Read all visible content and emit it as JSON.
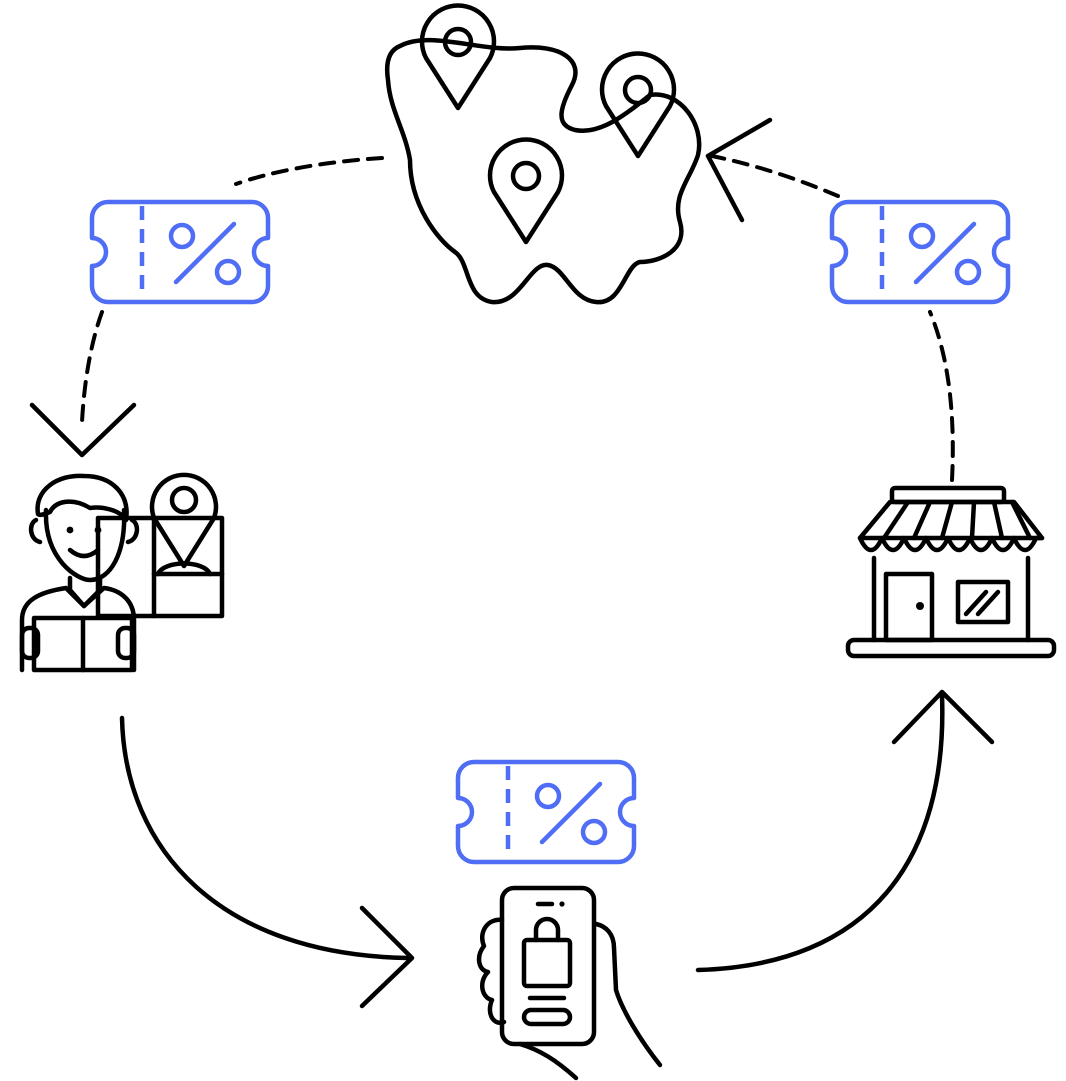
{
  "colors": {
    "ink": "#000000",
    "accent": "#4f6ef5",
    "background": "#ffffff"
  },
  "nodes": [
    {
      "id": "map",
      "icon": "map-with-location-pins-icon"
    },
    {
      "id": "store",
      "icon": "storefront-icon"
    },
    {
      "id": "mobile",
      "icon": "hand-holding-phone-shopping-bag-icon"
    },
    {
      "id": "customer",
      "icon": "person-with-package-and-location-pin-icon"
    }
  ],
  "coupons": [
    {
      "id": "coupon-left",
      "icon": "discount-coupon-icon"
    },
    {
      "id": "coupon-right",
      "icon": "discount-coupon-icon"
    },
    {
      "id": "coupon-bottom",
      "icon": "discount-coupon-icon"
    }
  ],
  "connectors": [
    {
      "from": "map",
      "to": "customer",
      "style": "dashed"
    },
    {
      "from": "store",
      "to": "map",
      "style": "dashed"
    },
    {
      "from": "customer",
      "to": "mobile",
      "style": "solid"
    },
    {
      "from": "mobile",
      "to": "store",
      "style": "solid"
    }
  ]
}
